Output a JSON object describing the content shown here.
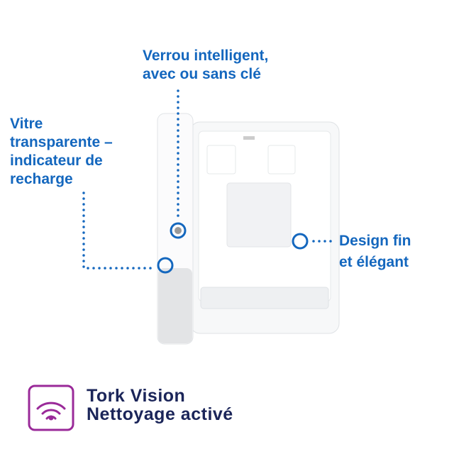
{
  "callouts": {
    "lock": {
      "line1": "Verrou intelligent,",
      "line2": "avec ou sans clé"
    },
    "window": {
      "line1": "Vitre",
      "line2": "transparente –",
      "line3": "indicateur de",
      "line4": "recharge"
    },
    "design": {
      "line1": "Design fin",
      "line2": "et élégant"
    }
  },
  "feature": {
    "line1": "Tork Vision",
    "line2": "Nettoyage activé",
    "icon": "wifi-icon"
  },
  "colors": {
    "accent": "#1467be",
    "navy": "#1b2559",
    "purple": "#9a2a99"
  }
}
